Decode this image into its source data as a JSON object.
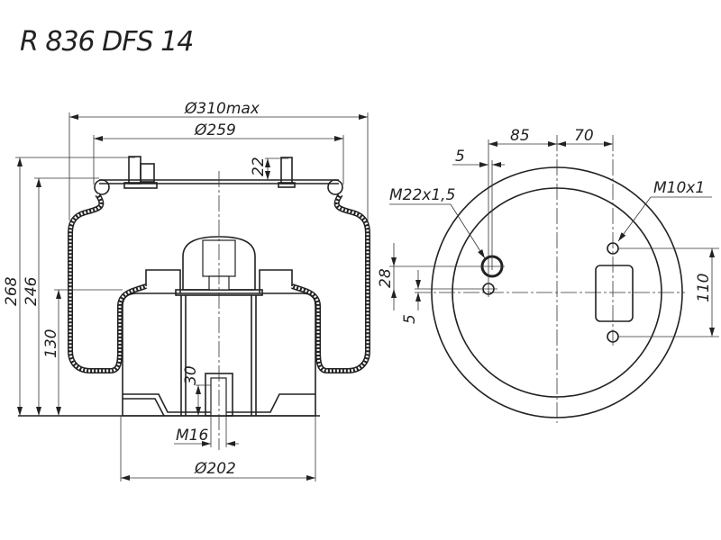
{
  "title": "R 836 DFS 14",
  "side_view": {
    "dim_outer_diameter": "Ø310max",
    "dim_plate_diameter": "Ø259",
    "dim_total_height": "268",
    "dim_plate_height": "246",
    "dim_piston_height": "130",
    "dim_stud_height": "22",
    "dim_thread_depth": "30",
    "dim_bottom_thread": "M16",
    "dim_piston_diameter": "Ø202"
  },
  "top_view": {
    "dim_offset_left": "85",
    "dim_offset_right": "70",
    "dim_offset_small": "5",
    "dim_vertical_28": "28",
    "dim_vertical_5": "5",
    "dim_stud_spacing": "110",
    "label_air_port": "M22x1,5",
    "label_stud_thread": "M10x1"
  }
}
